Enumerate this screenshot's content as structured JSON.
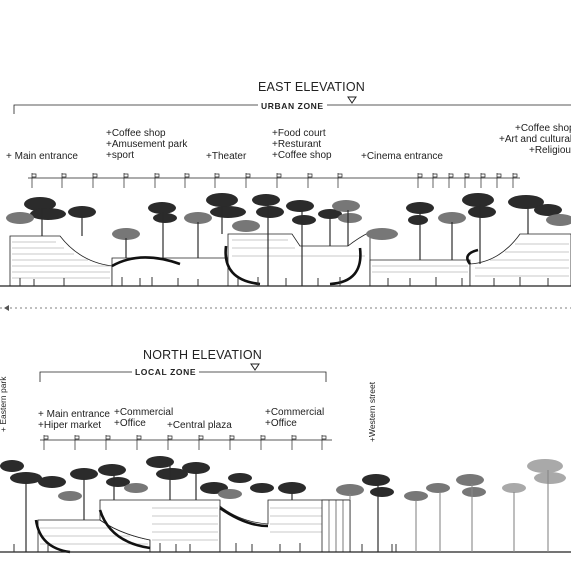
{
  "east": {
    "title": "EAST ELEVATION",
    "zone": "URBAN ZONE",
    "groups": [
      [
        "+ Main entrance"
      ],
      [
        "+Coffee shop",
        "+Amusement park",
        "+sport"
      ],
      [
        "+Theater"
      ],
      [
        "+Food court",
        "+Resturant",
        "+Coffee shop"
      ],
      [
        "+Cinema entrance"
      ],
      [
        "+Coffee shop",
        "+Art and cultural",
        "+Religious"
      ]
    ]
  },
  "north": {
    "title": "NORTH ELEVATION",
    "zone": "LOCAL ZONE",
    "groups": [
      [
        "+ Main entrance",
        "+Hiper market"
      ],
      [
        "+Commercial",
        "+Office"
      ],
      [
        "+Central plaza"
      ],
      [
        "+Commercial",
        "+Office"
      ]
    ],
    "street_left": "+ Eastern park",
    "street_right": "+Western street"
  },
  "colors": {
    "ink": "#222222",
    "tree_dark": "#2b2b2b",
    "tree_mid": "#777777",
    "tree_light": "#a9a9a9"
  }
}
